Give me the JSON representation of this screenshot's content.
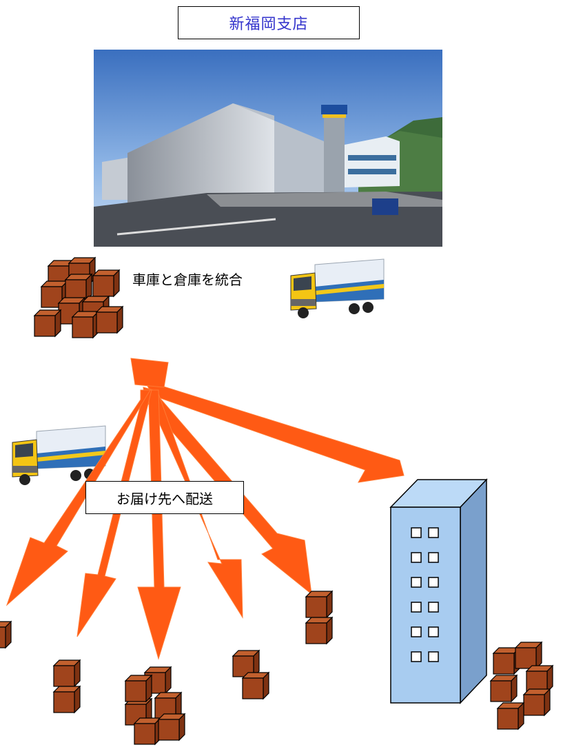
{
  "title": "新福岡支店",
  "photo": {
    "description_icon": "warehouse-photo"
  },
  "caption_integrate": "車庫と倉庫を統合",
  "caption_delivery": "お届け先へ配送",
  "colors": {
    "title_text": "#3333cc",
    "arrow": "#ff5a14",
    "box_fill": "#a0441c",
    "building_front": "#a8ccf0",
    "building_side": "#7aa0cc"
  },
  "icons": [
    "truck-icon",
    "cardboard-box-icon",
    "office-building-icon",
    "arrow-icon"
  ]
}
